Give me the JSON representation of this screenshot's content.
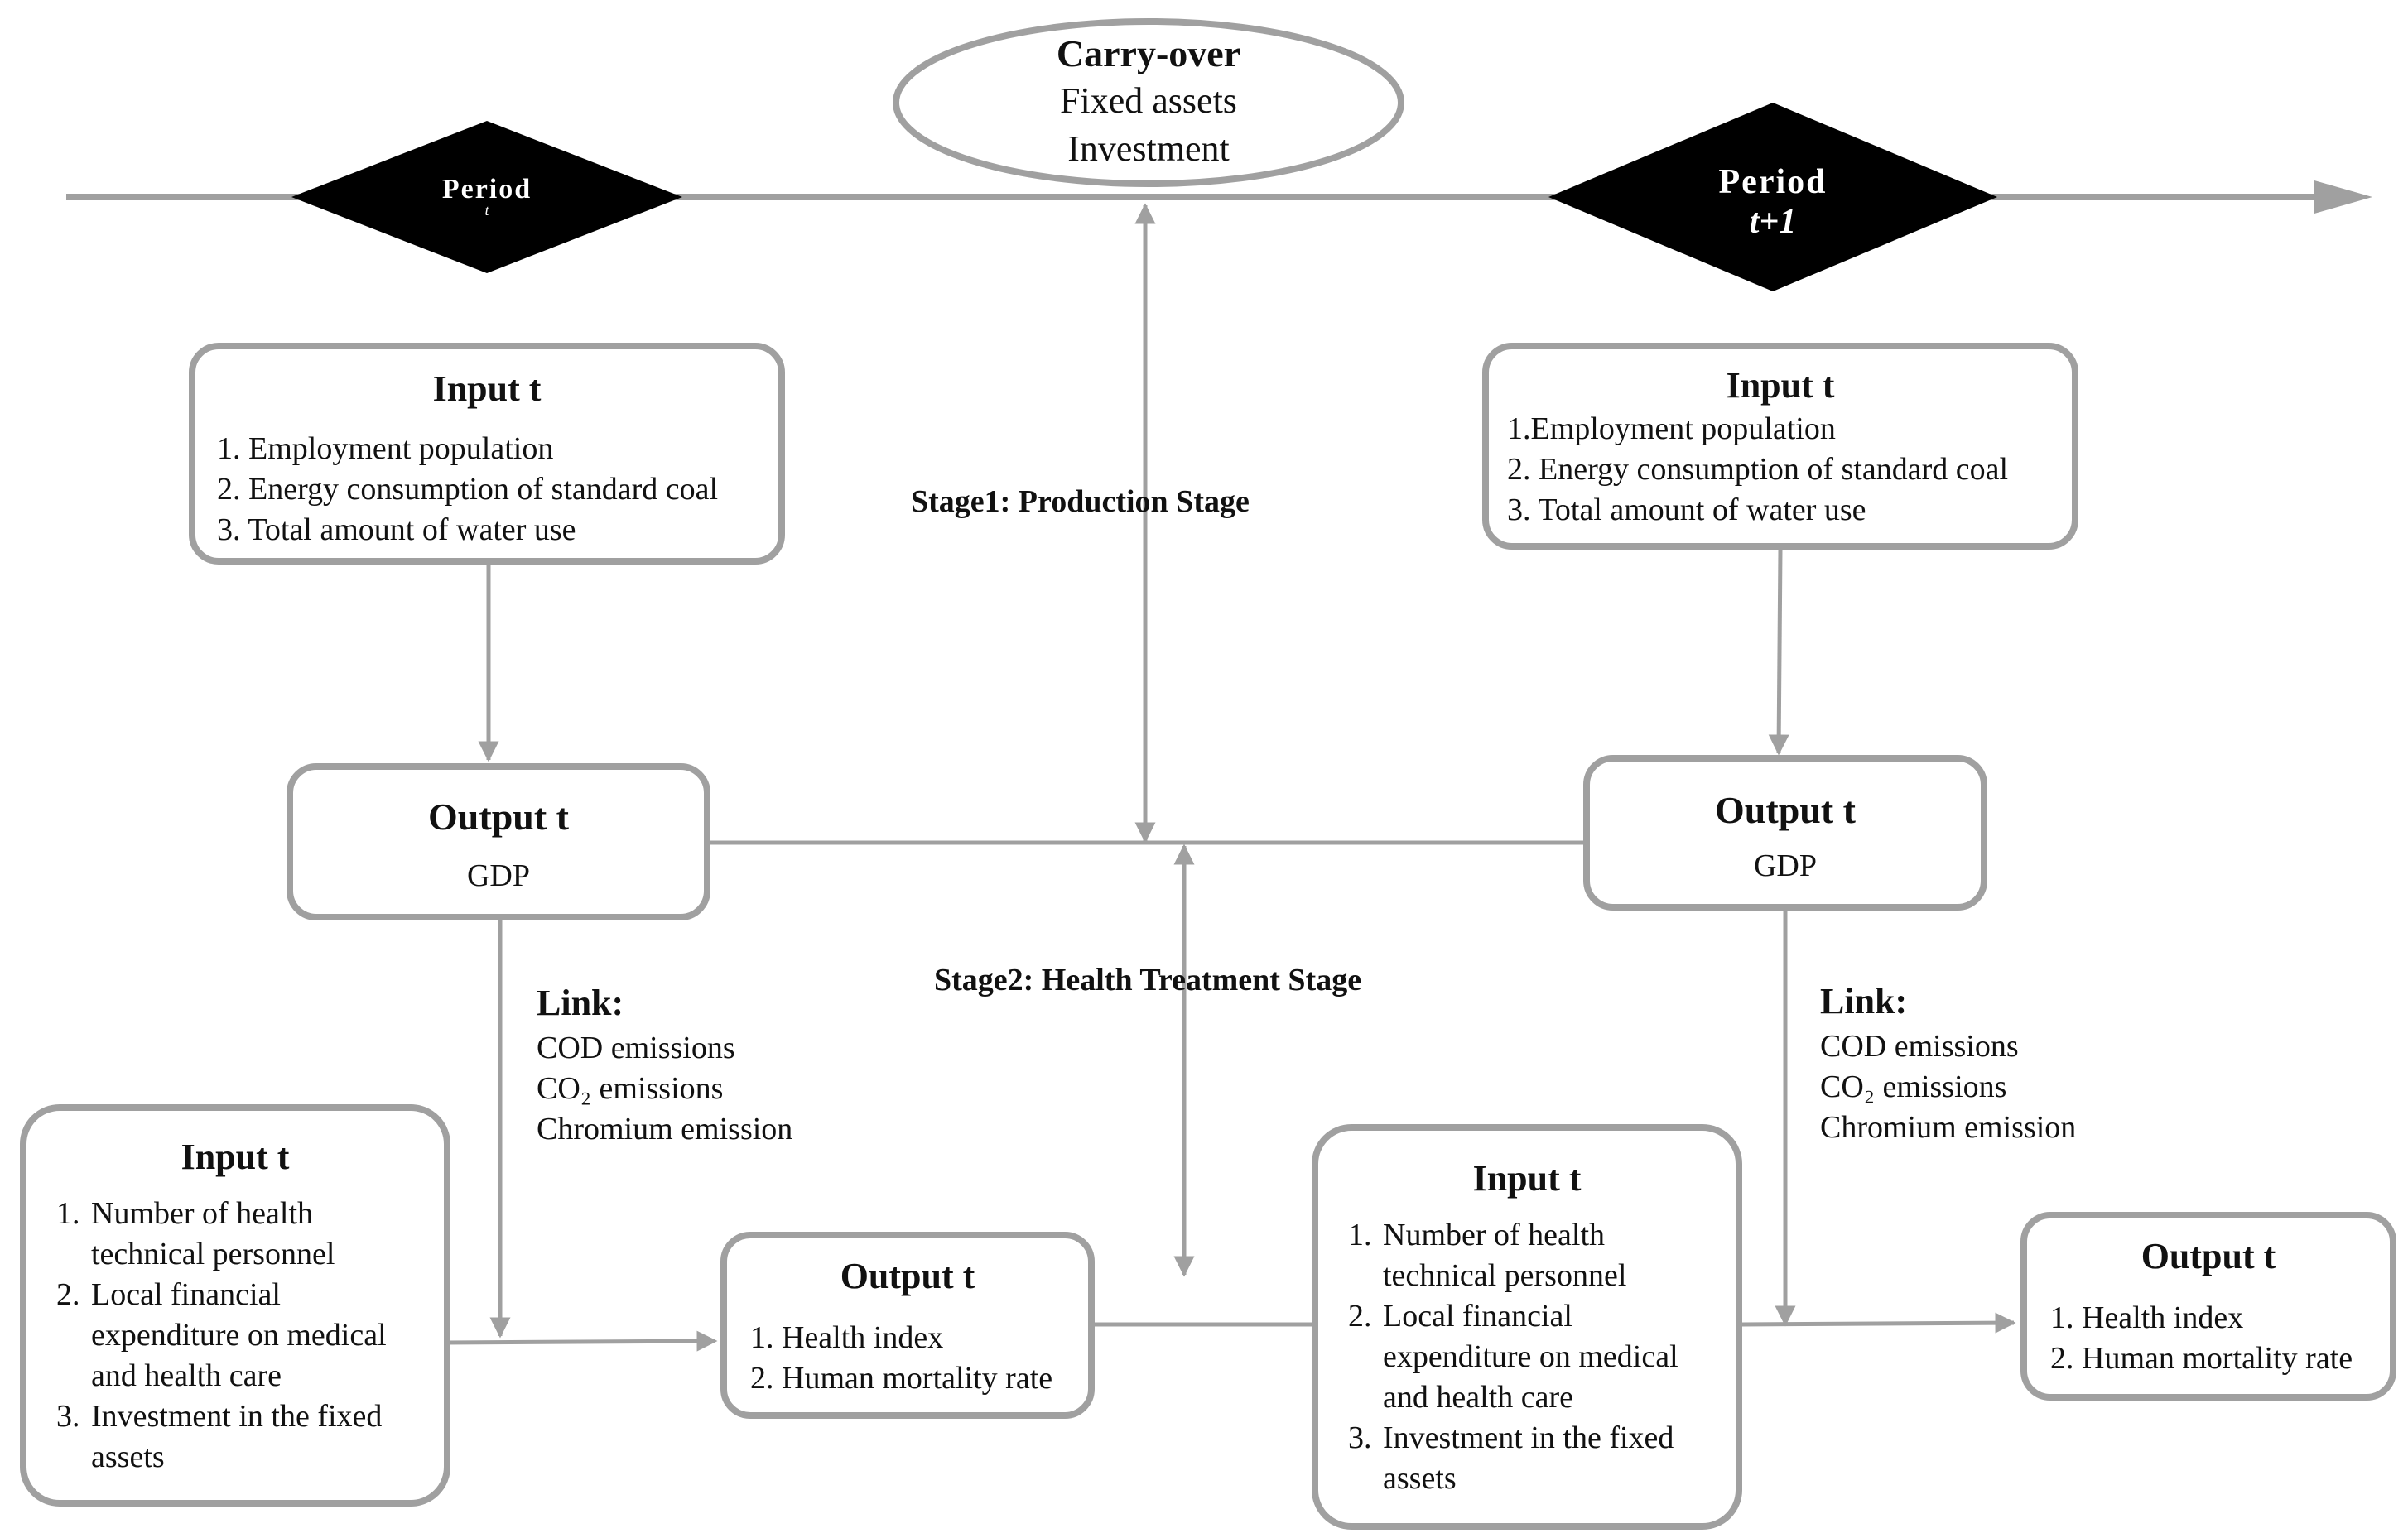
{
  "carry_over": {
    "title": "Carry-over",
    "items": [
      "Fixed assets",
      "Investment"
    ]
  },
  "periods": {
    "left": {
      "label": "Period",
      "sub": "t"
    },
    "right": {
      "label": "Period",
      "sub": "t+1"
    }
  },
  "stages": {
    "stage1": "Stage1: Production Stage",
    "stage2": "Stage2: Health Treatment Stage"
  },
  "input_top_left": {
    "title": "Input t",
    "items": [
      {
        "num": "1.",
        "text": "Employment population"
      },
      {
        "num": "2.",
        "text": "Energy consumption of standard coal"
      },
      {
        "num": "3.",
        "text": "Total amount of water use"
      }
    ]
  },
  "input_top_right": {
    "title": "Input t",
    "items": [
      {
        "num": "1.",
        "text": "Employment population"
      },
      {
        "num": "2.",
        "text": "Energy consumption of standard coal"
      },
      {
        "num": "3.",
        "text": "Total amount of water use"
      }
    ]
  },
  "output_mid_left": {
    "title": "Output t",
    "value": "GDP"
  },
  "output_mid_right": {
    "title": "Output t",
    "value": "GDP"
  },
  "link_left": {
    "title": "Link:",
    "items": [
      "COD emissions",
      "CO₂ emissions",
      "Chromium emission"
    ]
  },
  "link_right": {
    "title": "Link:",
    "items": [
      "COD emissions",
      "CO₂ emissions",
      "Chromium emission"
    ]
  },
  "input_bottom_left": {
    "title": "Input t",
    "items": [
      {
        "num": "1.",
        "lines": [
          "Number of health",
          "technical personnel"
        ]
      },
      {
        "num": "2.",
        "lines": [
          "Local financial",
          "expenditure on medical",
          "and health care"
        ]
      },
      {
        "num": "3.",
        "lines": [
          "Investment in the fixed",
          "assets"
        ]
      }
    ]
  },
  "input_bottom_right": {
    "title": "Input t",
    "items": [
      {
        "num": "1.",
        "lines": [
          "Number of health",
          "technical personnel"
        ]
      },
      {
        "num": "2.",
        "lines": [
          "Local financial",
          "expenditure on medical",
          "and health care"
        ]
      },
      {
        "num": "3.",
        "lines": [
          "Investment in the fixed",
          "assets"
        ]
      }
    ]
  },
  "output_bottom_left": {
    "title": "Output t",
    "items": [
      {
        "num": "1.",
        "text": "Health index"
      },
      {
        "num": "2.",
        "text": "Human mortality rate"
      }
    ]
  },
  "output_bottom_right": {
    "title": "Output t",
    "items": [
      {
        "num": "1.",
        "text": "Health index"
      },
      {
        "num": "2.",
        "text": "Human mortality rate"
      }
    ]
  }
}
